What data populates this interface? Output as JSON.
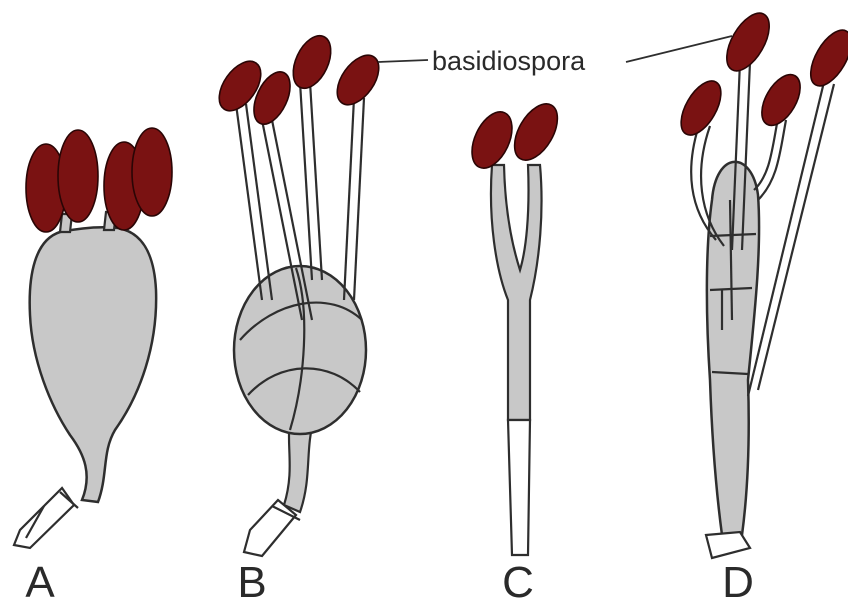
{
  "labels": {
    "a": "A",
    "b": "B",
    "c": "C",
    "d": "D",
    "callout": "basidiospora"
  },
  "colors": {
    "spore": "#7a1212",
    "body": "#c8c8c8",
    "outline": "#2e2e2e"
  }
}
